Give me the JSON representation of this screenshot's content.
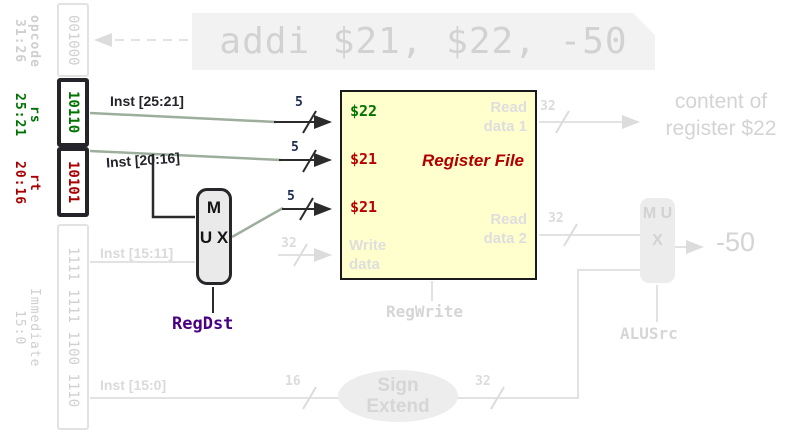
{
  "instruction": "addi $21, $22, -50",
  "fields": {
    "opcode": {
      "name": "opcode",
      "range": "31:26",
      "bits": "001000"
    },
    "rs": {
      "name": "rs",
      "range": "25:21",
      "bits": "10110"
    },
    "rt": {
      "name": "rt",
      "range": "20:16",
      "bits": "10101"
    },
    "imm": {
      "name": "Immediate",
      "range": "15:0",
      "bits": "1111 1111 1100 1110"
    }
  },
  "wires": {
    "inst2521": "Inst [25:21]",
    "inst2016": "Inst [20:16]",
    "inst1511": "Inst [15:11]",
    "inst150": "Inst [15:0]",
    "w5": "5",
    "w16": "16",
    "w32": "32"
  },
  "rf": {
    "title": "Register File",
    "read1_val": "$22",
    "read2_val": "$21",
    "write_val": "$21",
    "write_data_label": "Write data",
    "read_data1_label": "Read data 1",
    "read_data2_label": "Read data 2"
  },
  "mux": {
    "label": "M U X"
  },
  "controls": {
    "regdst": "RegDst",
    "regwrite": "RegWrite",
    "alusrc": "ALUSrc"
  },
  "sign_extend_label": "Sign Extend",
  "annotations": {
    "read_data1_note": "content of register $22",
    "mux2_output_value": "-50"
  },
  "colors": {
    "rs_green": "#007200",
    "rt_red": "#a80000",
    "value_red": "#b80000",
    "control_purple": "#4b0082",
    "bus_navy": "#1c2c50",
    "faded_gray": "#d6d6d6",
    "rf_fill": "#ffffce",
    "wire_sage": "#9dae9d"
  }
}
